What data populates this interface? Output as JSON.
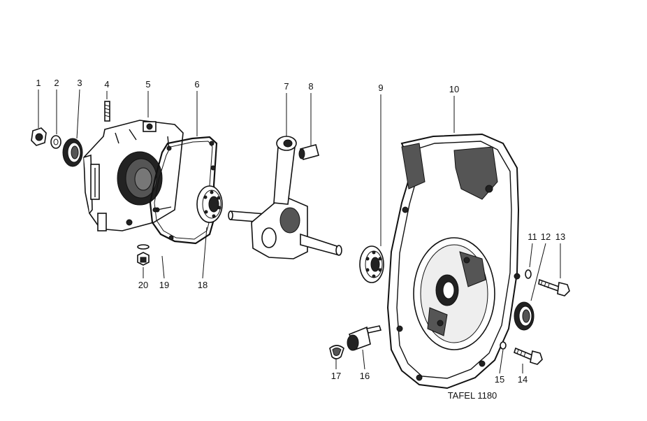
{
  "diagram": {
    "plate_label": "TAFEL 1180",
    "callouts": [
      {
        "id": "c1",
        "label": "1"
      },
      {
        "id": "c2",
        "label": "2"
      },
      {
        "id": "c3",
        "label": "3"
      },
      {
        "id": "c4",
        "label": "4"
      },
      {
        "id": "c5",
        "label": "5"
      },
      {
        "id": "c6",
        "label": "6"
      },
      {
        "id": "c7",
        "label": "7"
      },
      {
        "id": "c8",
        "label": "8"
      },
      {
        "id": "c9",
        "label": "9"
      },
      {
        "id": "c10",
        "label": "10"
      },
      {
        "id": "c11",
        "label": "11"
      },
      {
        "id": "c12",
        "label": "12"
      },
      {
        "id": "c13",
        "label": "13"
      },
      {
        "id": "c14",
        "label": "14"
      },
      {
        "id": "c15",
        "label": "15"
      },
      {
        "id": "c16",
        "label": "16"
      },
      {
        "id": "c17",
        "label": "17"
      },
      {
        "id": "c18",
        "label": "18"
      },
      {
        "id": "c19",
        "label": "19"
      },
      {
        "id": "c20",
        "label": "20"
      }
    ]
  }
}
